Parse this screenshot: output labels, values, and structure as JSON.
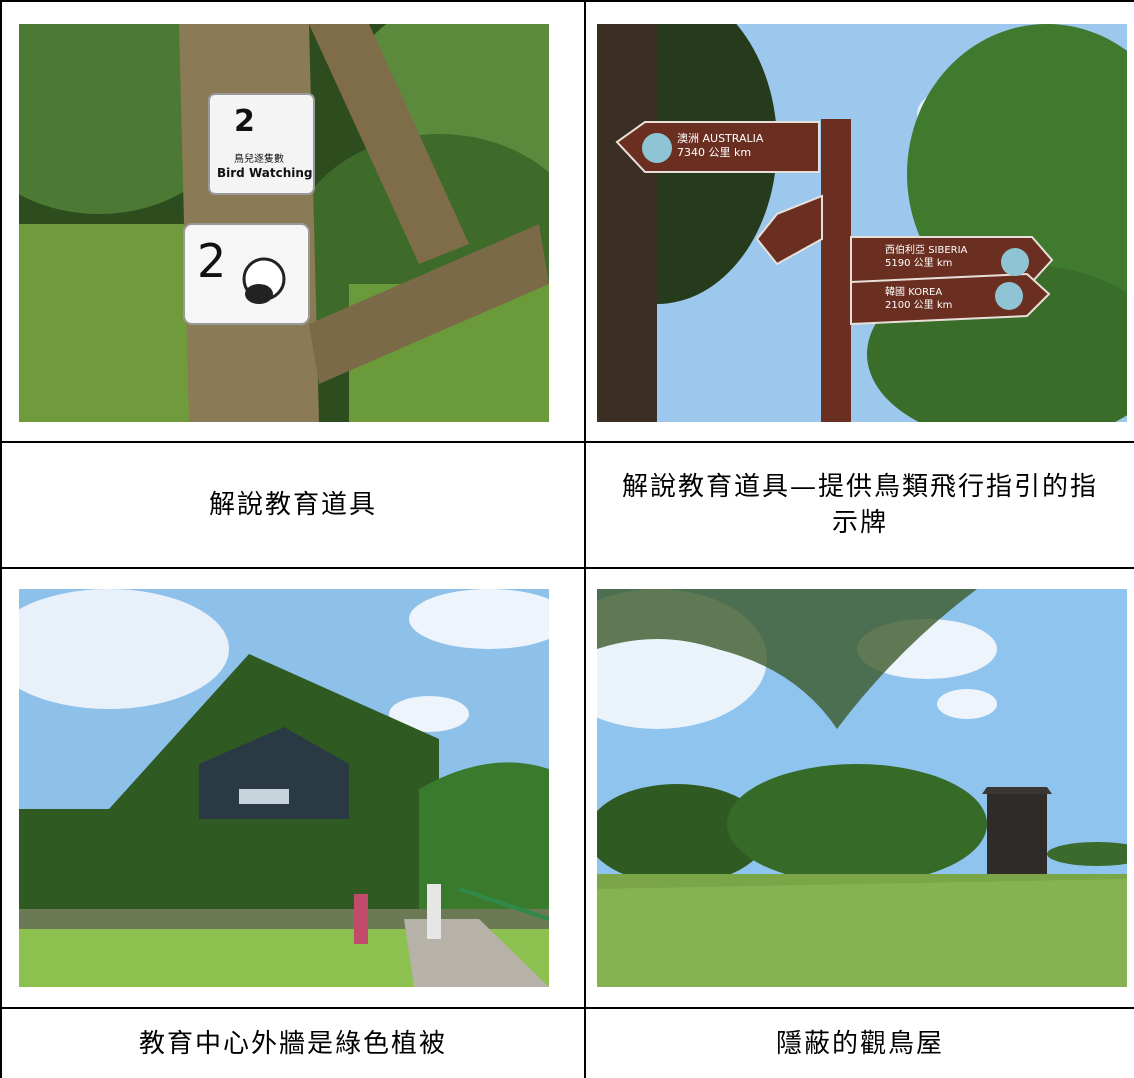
{
  "cells": [
    {
      "caption": "解說教育道具",
      "photo": {
        "sign_top": {
          "number": "2",
          "line1": "鳥兒逐隻數",
          "line2": "Bird Watching"
        },
        "sign_bottom": {
          "number": "2"
        }
      }
    },
    {
      "caption": "解說教育道具—提供鳥類飛行指引的指示牌",
      "photo": {
        "signs": [
          {
            "zh": "澳洲",
            "en": "AUSTRALIA",
            "distance": "7340",
            "unit_zh": "公里",
            "unit_en": "km"
          },
          {
            "zh": "西伯利亞",
            "en": "SIBERIA",
            "distance": "5190",
            "unit_zh": "公里",
            "unit_en": "km"
          },
          {
            "zh": "韓國",
            "en": "KOREA",
            "distance": "2100",
            "unit_zh": "公里",
            "unit_en": "km"
          }
        ]
      }
    },
    {
      "caption": "教育中心外牆是綠色植被"
    },
    {
      "caption": "隱蔽的觀鳥屋"
    }
  ],
  "colors": {
    "sky": "#8ec1ea",
    "foliage": "#3d6b2a",
    "grass": "#7fae45",
    "sign_brown": "#6b2f22"
  }
}
